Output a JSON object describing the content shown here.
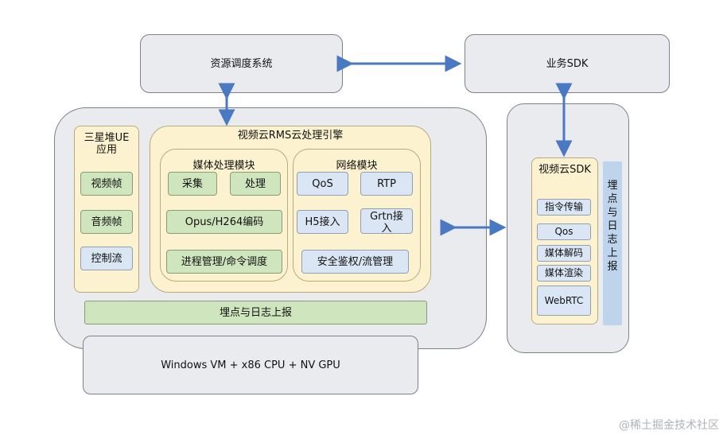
{
  "scheduler": "资源调度系统",
  "business_sdk": "业务SDK",
  "ue_app": "三星堆UE\n应用",
  "ue_items": [
    "视频帧",
    "音频帧",
    "控制流"
  ],
  "engine_title": "视频云RMS云处理引擎",
  "media_module": {
    "title": "媒体处理模块",
    "capture": "采集",
    "process": "处理",
    "codec": "Opus/H264编码",
    "proc_mgmt": "进程管理/命令调度"
  },
  "network_module": {
    "title": "网络模块",
    "qos": "QoS",
    "rtp": "RTP",
    "h5": "H5接入",
    "grtn": "Grtn接入",
    "security": "安全鉴权/流管理"
  },
  "logging_bar": "埋点与日志上报",
  "vm": "Windows VM + x86 CPU + NV GPU",
  "video_sdk": {
    "title": "视频云SDK",
    "items": [
      "指令传输",
      "Qos",
      "媒体解码",
      "媒体渲染",
      "WebRTC"
    ],
    "side_label": "埋\n点\n与\n日\n志\n上\n报"
  },
  "watermark": "@稀土掘金技术社区",
  "colors": {
    "gray": "#eaebef",
    "yellow": "#fdf2cf",
    "green": "#cfe5bd",
    "blue": "#dbe6f5",
    "arrow": "#4a79c4"
  }
}
